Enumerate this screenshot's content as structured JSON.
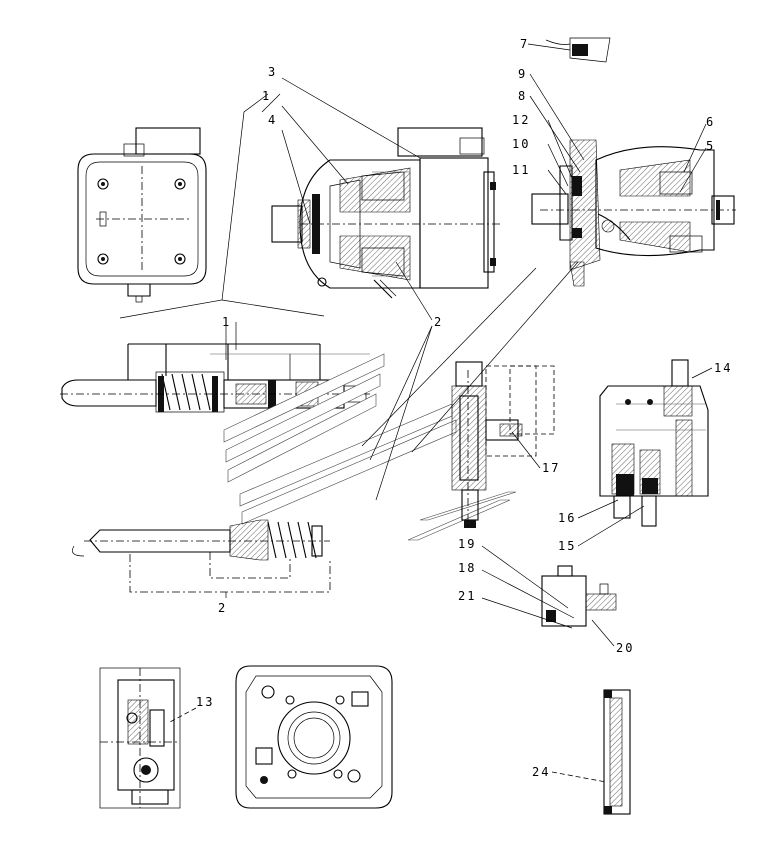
{
  "callouts": {
    "c1a": "1",
    "c1b": "1",
    "c2a": "2",
    "c2b": "2",
    "c3": "3",
    "c4": "4",
    "c5": "5",
    "c6": "6",
    "c7": "7",
    "c8": "8",
    "c9": "9",
    "c10": "10",
    "c11": "11",
    "c12": "12",
    "c13": "13",
    "c14": "14",
    "c15": "15",
    "c16": "16",
    "c17": "17",
    "c18": "18",
    "c19": "19",
    "c20": "20",
    "c21": "21",
    "c24": "24"
  }
}
